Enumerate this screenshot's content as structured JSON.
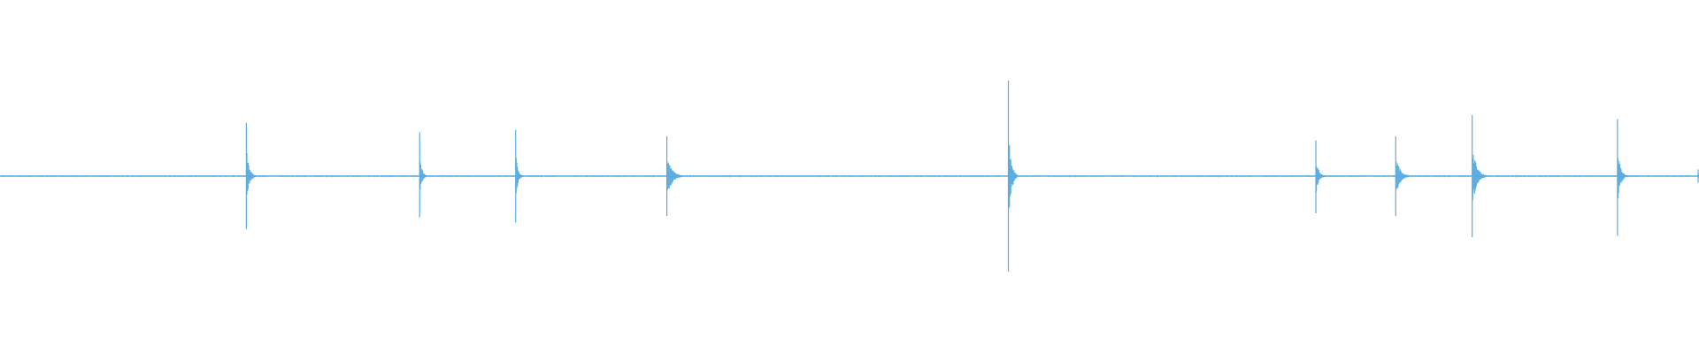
{
  "waveform": {
    "color": "#5aace0",
    "baseline_amplitude": 0.006,
    "amplitude_range": [
      -1,
      1
    ],
    "peaks": [
      {
        "time": 0.145,
        "amplitude_up": 0.4,
        "amplitude_down": 0.4,
        "decay": 0.004
      },
      {
        "time": 0.247,
        "amplitude_up": 0.33,
        "amplitude_down": 0.31,
        "decay": 0.003
      },
      {
        "time": 0.3035,
        "amplitude_up": 0.35,
        "amplitude_down": 0.35,
        "decay": 0.003
      },
      {
        "time": 0.3925,
        "amplitude_up": 0.3,
        "amplitude_down": 0.3,
        "decay": 0.007
      },
      {
        "time": 0.5935,
        "amplitude_up": 0.72,
        "amplitude_down": 0.72,
        "decay": 0.004
      },
      {
        "time": 0.7745,
        "amplitude_up": 0.27,
        "amplitude_down": 0.28,
        "decay": 0.004
      },
      {
        "time": 0.8215,
        "amplitude_up": 0.3,
        "amplitude_down": 0.3,
        "decay": 0.006
      },
      {
        "time": 0.8665,
        "amplitude_up": 0.46,
        "amplitude_down": 0.46,
        "decay": 0.006
      },
      {
        "time": 0.952,
        "amplitude_up": 0.43,
        "amplitude_down": 0.45,
        "decay": 0.004
      },
      {
        "time": 0.9995,
        "amplitude_up": 0.05,
        "amplitude_down": 0.05,
        "decay": 0.001
      }
    ]
  }
}
